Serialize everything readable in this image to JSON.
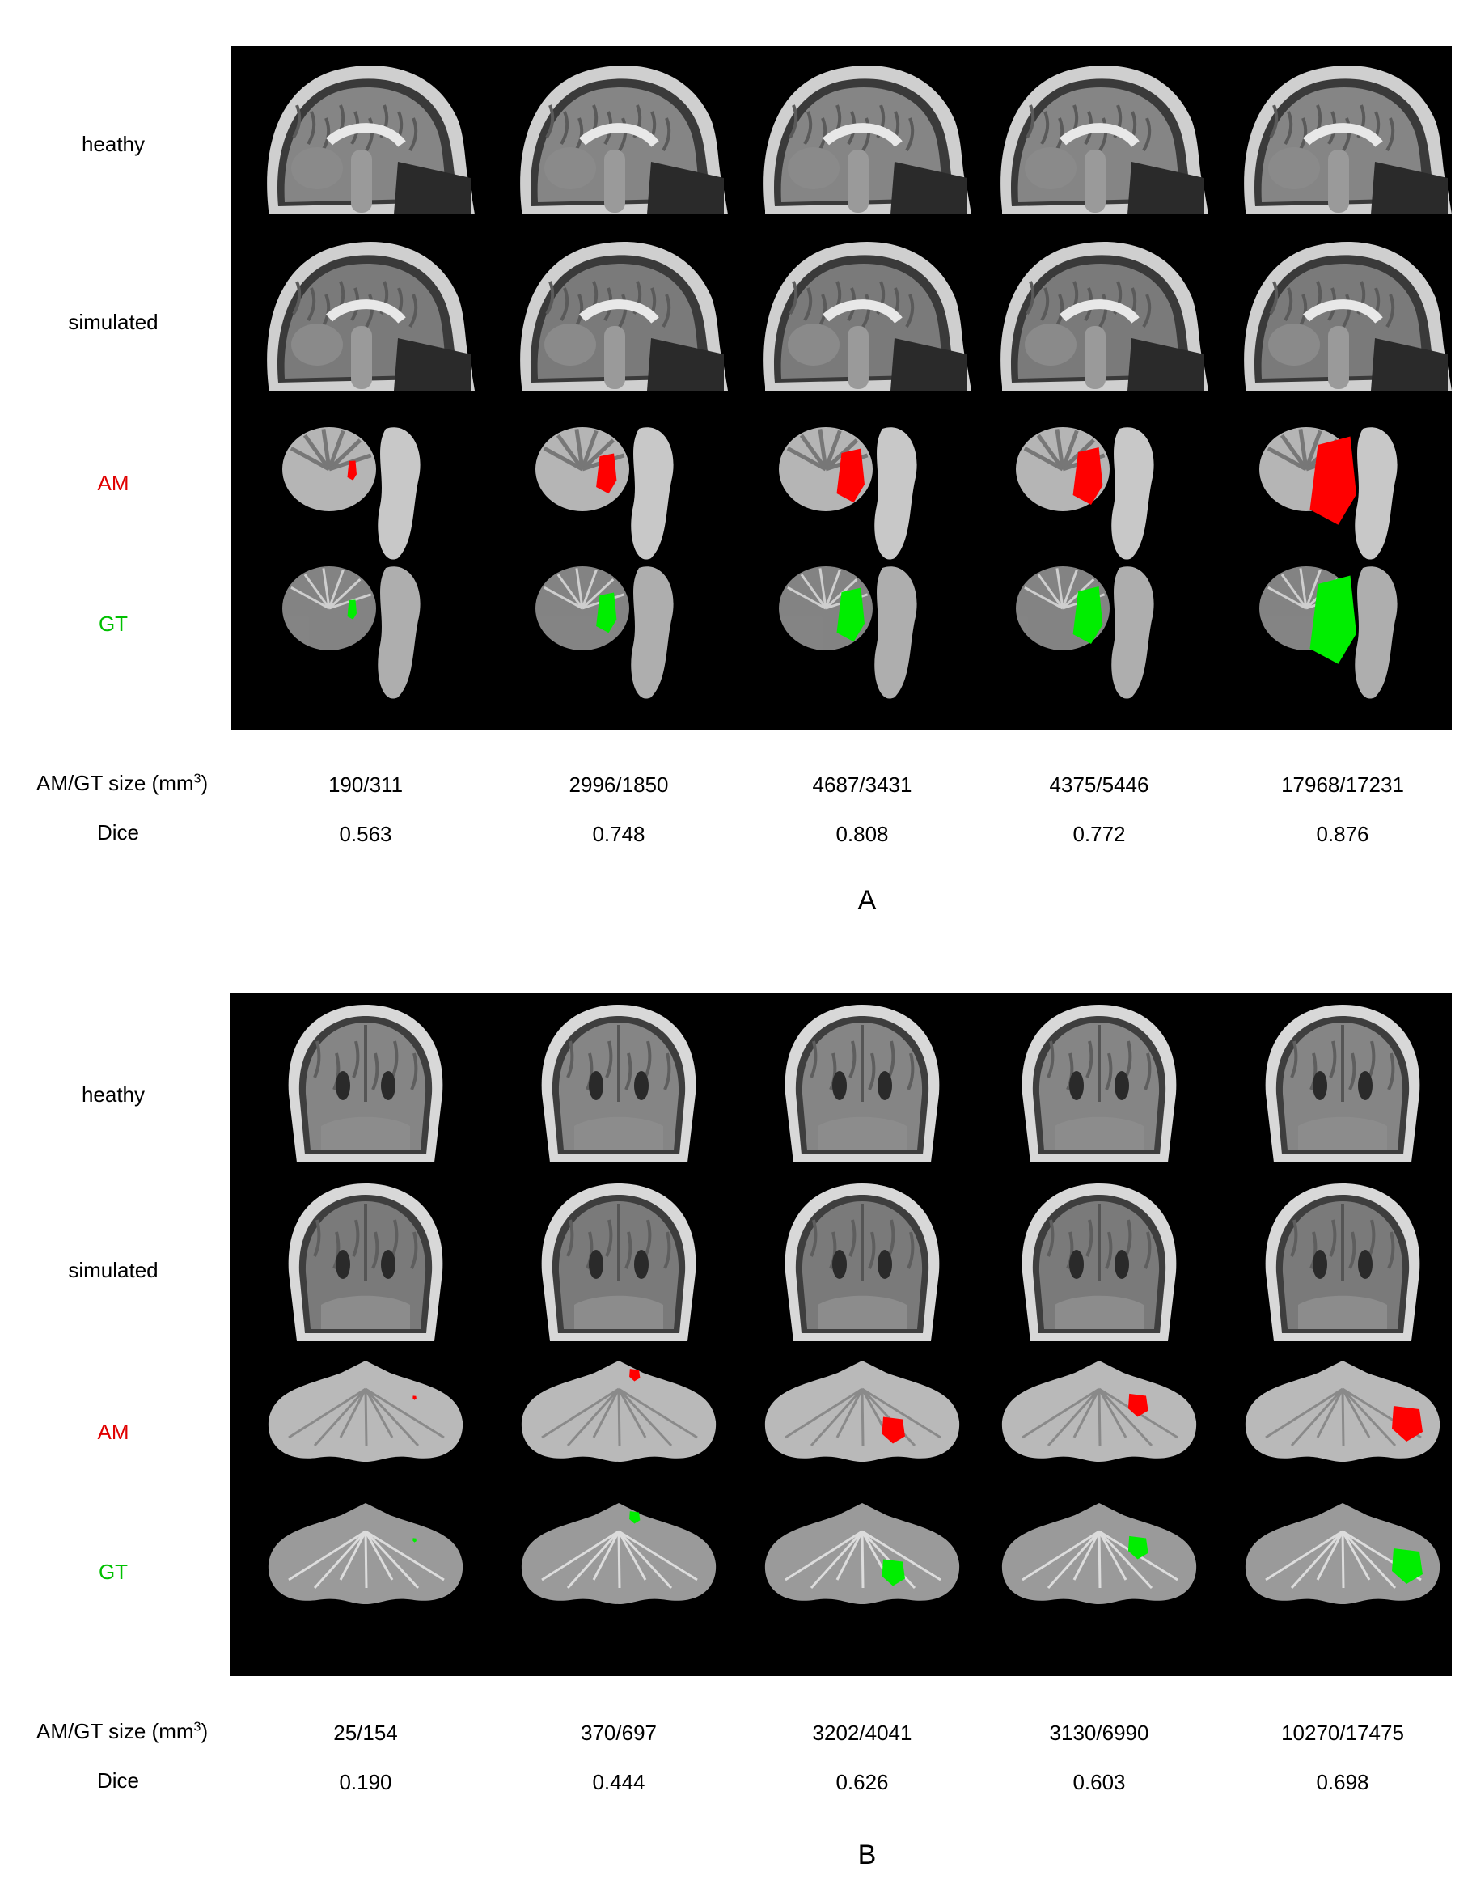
{
  "colors": {
    "am": "#ff0000",
    "gt": "#00ee00",
    "panel_bg": "#000000"
  },
  "row_labels": [
    "heathy",
    "simulated",
    "AM",
    "GT"
  ],
  "metric_labels": {
    "size_prefix": "AM/GT size (mm",
    "size_sup": "3",
    "size_suffix": ")",
    "dice": "Dice"
  },
  "panels": [
    {
      "letter": "A",
      "view": "sagittal",
      "sizes": [
        "190/311",
        "2996/1850",
        "4687/3431",
        "4375/5446",
        "17968/17231"
      ],
      "dice": [
        "0.563",
        "0.748",
        "0.808",
        "0.772",
        "0.876"
      ],
      "lesion_scale": [
        0.25,
        0.55,
        0.75,
        0.8,
        1.25
      ]
    },
    {
      "letter": "B",
      "view": "coronal",
      "sizes": [
        "25/154",
        "370/697",
        "3202/4041",
        "3130/6990",
        "10270/17475"
      ],
      "dice": [
        "0.190",
        "0.444",
        "0.626",
        "0.603",
        "0.698"
      ],
      "lesion_scale": [
        0.12,
        0.35,
        0.75,
        0.65,
        1.0
      ]
    }
  ]
}
